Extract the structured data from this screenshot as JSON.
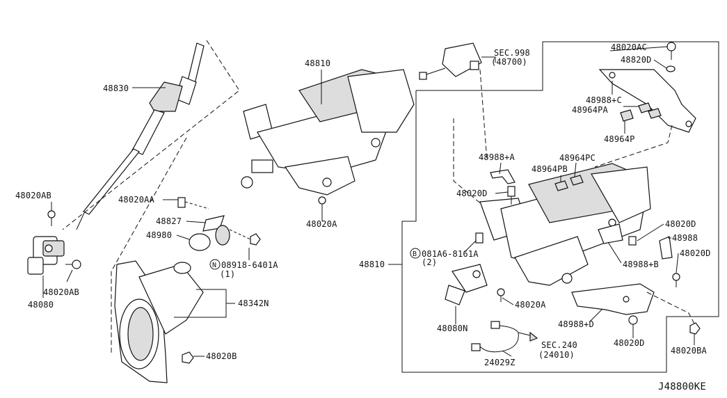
{
  "diagram": {
    "footer_code": "J48800KE",
    "labels": {
      "p48830": "48830",
      "p48810_left": "48810",
      "p48020AB_top": "48020AB",
      "p48020AA": "48020AA",
      "p48827": "48827",
      "p48980": "48980",
      "p48020A_left": "48020A",
      "n0891": "N",
      "p08918": "08918-6401A",
      "p08918_qty": "(1)",
      "p48020AB_bot": "48020AB",
      "p48080": "48080",
      "p48342N": "48342N",
      "p48020B": "48020B",
      "sec998": "SEC.998",
      "sec998_sub": "(48700)",
      "p48020AC": "48020AC",
      "p48820D": "48820D",
      "p48988C": "48988+C",
      "p48964PA": "48964PA",
      "p48964P": "48964P",
      "p48988A": "48988+A",
      "p48964PC": "48964PC",
      "p48964PB": "48964PB",
      "p48020D_a": "48020D",
      "p48810_right": "48810",
      "b081": "B",
      "p081A6": "081A6-8161A",
      "p081A6_qty": "(2)",
      "p48020D_b": "48020D",
      "p48988": "48988",
      "p48020D_c": "48020D",
      "p48988B": "48988+B",
      "p48020A_right": "48020A",
      "p48080N": "48080N",
      "sec240": "SEC.240",
      "sec240_sub": "(24010)",
      "p24029Z": "24029Z",
      "p48988D": "48988+D",
      "p48020D_d": "48020D",
      "p48020BA": "48020BA"
    }
  }
}
